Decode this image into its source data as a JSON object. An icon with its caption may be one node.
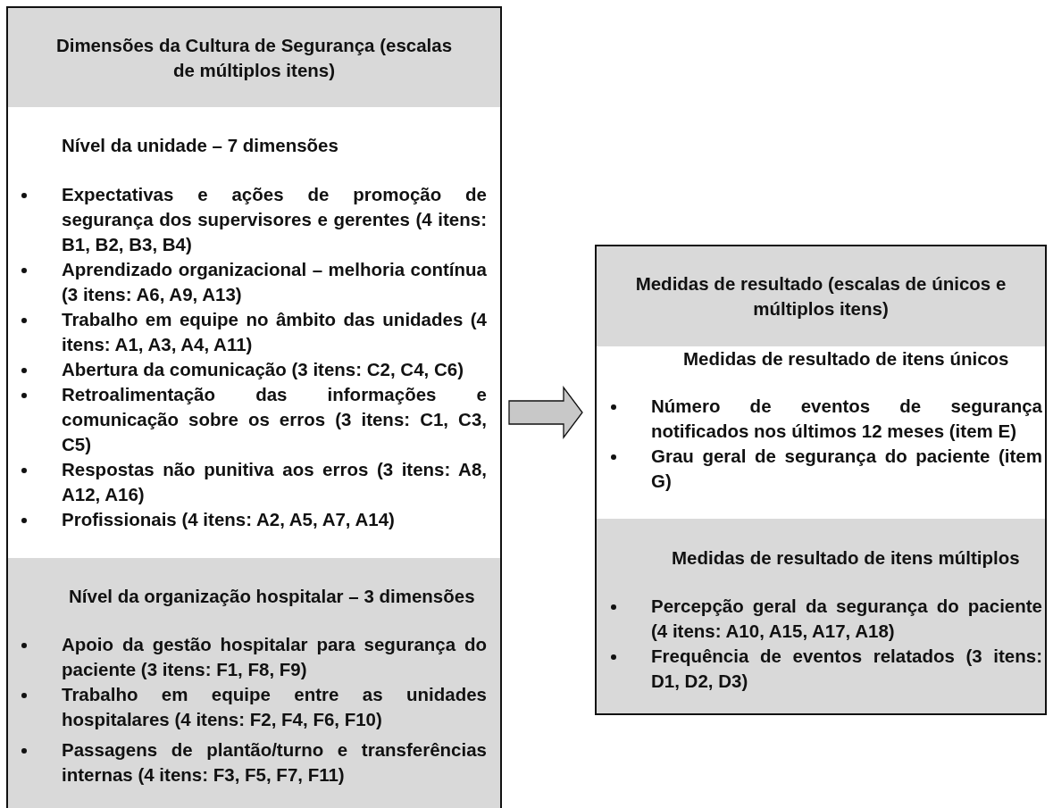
{
  "diagram": {
    "nodes": [
      {
        "text": [],
        "shape": "box"
      },
      {
        "text": [
          "Dimensões da Cultura de Segurança (escalas de múltiplos itens)"
        ],
        "in": 0
      },
      {
        "text": [
          "Nível da unidade – 7 dimensões",
          "Expectativas e ações de promoção de segurança dos supervisores e gerentes (4 itens: B1, B2, B3, B4)",
          "Aprendizado organizacional – melhoria contínua (3 itens: A6, A9, A13)",
          "Trabalho em equipe no âmbito das unidades (4 itens: A1, A3, A4, A11)",
          "Abertura da comunicação (3 itens: C2, C4, C6)",
          "Retroalimentação das informações e comunicação sobre os erros (3 itens: C1, C3, C5)",
          "Respostas não punitiva aos erros (3 itens: A8, A12, A16)",
          "Profissionais (4 itens: A2, A5, A7, A14)"
        ],
        "in": 0
      },
      {
        "text": [
          "Nível da organização hospitalar – 3 dimensões",
          "Apoio da gestão hospitalar para segurança do paciente (3 itens: F1, F8, F9)",
          "Trabalho em equipe entre as unidades hospitalares (4 itens: F2, F4, F6, F10)",
          "Passagens de plantão/turno e transferências internas (4 itens: F3, F5, F7, F11)"
        ],
        "in": 0
      },
      {
        "text": [],
        "shape": "box"
      },
      {
        "text": [
          "Medidas de resultado (escalas de únicos e múltiplos itens)"
        ],
        "in": 4
      },
      {
        "text": [
          "Medidas de resultado de itens únicos",
          "Número de eventos de segurança notificados nos últimos 12 meses (item E)",
          "Grau geral de segurança do paciente (item G)"
        ],
        "in": 4
      },
      {
        "text": [
          "Medidas de resultado de itens múltiplos",
          "Percepção geral da segurança do paciente (4 itens: A10, A15, A17, A18)",
          "Frequência de eventos relatados (3 itens: D1, D2, D3)"
        ],
        "in": 4
      }
    ],
    "edges": [
      {
        "from": 0,
        "to": 4,
        "arrow": "to"
      }
    ]
  }
}
